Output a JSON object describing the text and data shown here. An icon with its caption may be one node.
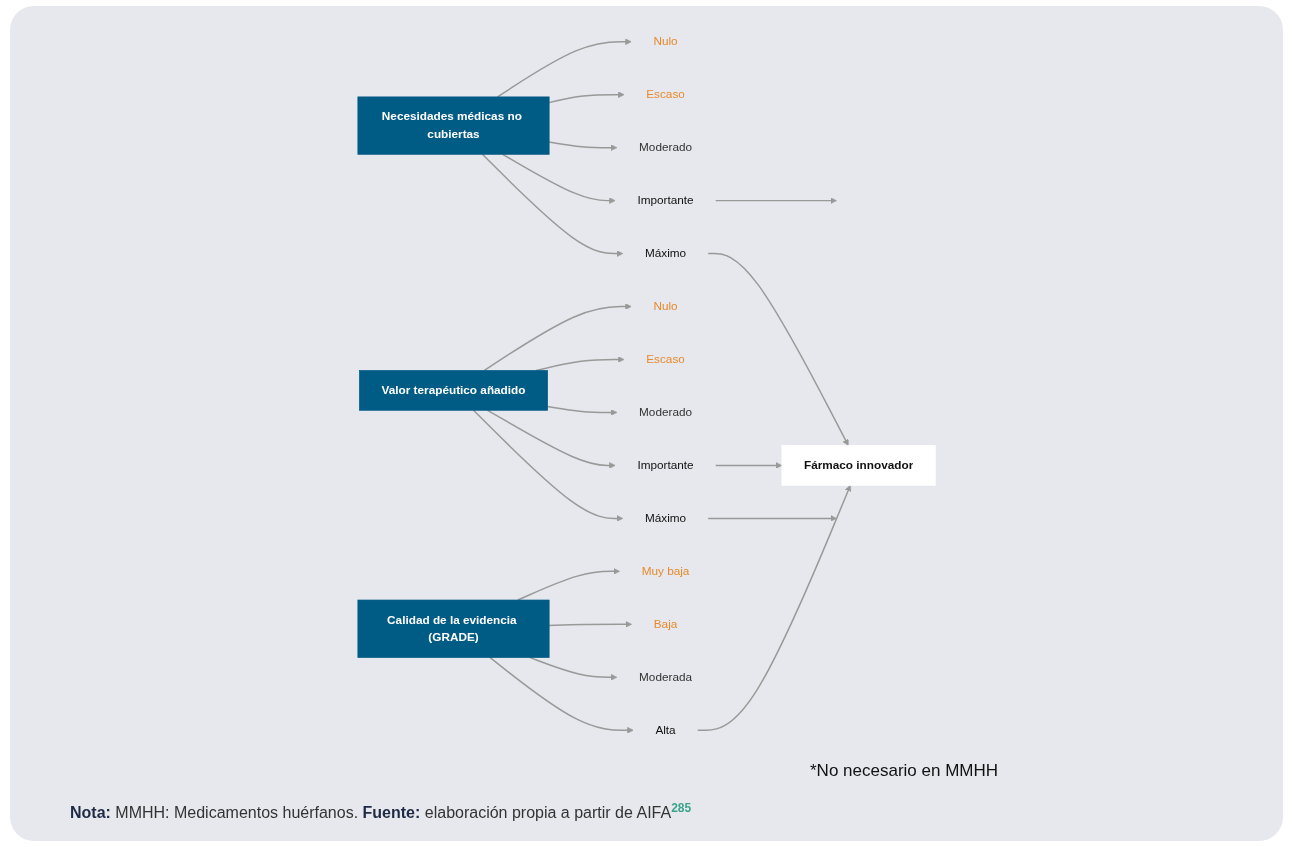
{
  "diagram": {
    "caption": "**Nota:** MMHH: Medicamentos huérfanos.  **Fuente:** elaboración propia a partir de AIFA$^{285}$",
    "nodes": [
      {
        "text": [
          "Necesidades médicas no cubiertas"
        ]
      },
      {
        "text": [
          "Máximo"
        ]
      },
      {
        "text": [
          "Importante"
        ]
      },
      {
        "text": [
          "Moderado"
        ]
      },
      {
        "text": [
          "Escaso"
        ]
      },
      {
        "text": [
          "Nulo"
        ]
      },
      {
        "text": [
          "Fármaco innovador"
        ]
      },
      {
        "text": [
          "Valor terapéutico añadido"
        ]
      },
      {
        "text": [
          "Máximo"
        ]
      },
      {
        "text": [
          "Importante"
        ]
      },
      {
        "text": [
          "Moderado"
        ]
      },
      {
        "text": [
          "Escaso"
        ]
      },
      {
        "text": [
          "Nulo"
        ]
      },
      {
        "text": [
          "Calidad de la evidencia (GRADE)"
        ]
      },
      {
        "text": [
          "Alta"
        ]
      },
      {
        "text": [
          "Moderada"
        ]
      },
      {
        "text": [
          "Baja"
        ]
      },
      {
        "text": [
          "Muy baja"
        ]
      }
    ],
    "edges": [
      {
        "from": 0,
        "to": 1,
        "arrow": "to"
      },
      {
        "from": 0,
        "to": 2,
        "arrow": "to"
      },
      {
        "from": 0,
        "to": 3,
        "arrow": "to"
      },
      {
        "from": 0,
        "to": 4,
        "arrow": "to"
      },
      {
        "from": 0,
        "to": 5,
        "arrow": "to"
      },
      {
        "from": 1,
        "to": 6,
        "arrow": "to"
      },
      {
        "from": 2,
        "to": null,
        "arrow": "to"
      },
      {
        "from": 7,
        "to": 8,
        "arrow": "to"
      },
      {
        "from": 7,
        "to": 9,
        "arrow": "to"
      },
      {
        "from": 7,
        "to": 10,
        "arrow": "to"
      },
      {
        "from": 7,
        "to": 11,
        "arrow": "to"
      },
      {
        "from": 7,
        "to": 12,
        "arrow": "to"
      },
      {
        "from": 8,
        "to": null,
        "arrow": "to"
      },
      {
        "from": 9,
        "to": 6,
        "arrow": "to"
      },
      {
        "from": 13,
        "to": 14,
        "arrow": "to"
      },
      {
        "from": 13,
        "to": 15,
        "arrow": "to"
      },
      {
        "from": 13,
        "to": 16,
        "arrow": "to"
      },
      {
        "from": 13,
        "to": 17,
        "arrow": "to"
      },
      {
        "from": 14,
        "to": 6,
        "arrow": "to"
      }
    ],
    "labels": [
      "*No necesario en MMHH"
    ]
  }
}
